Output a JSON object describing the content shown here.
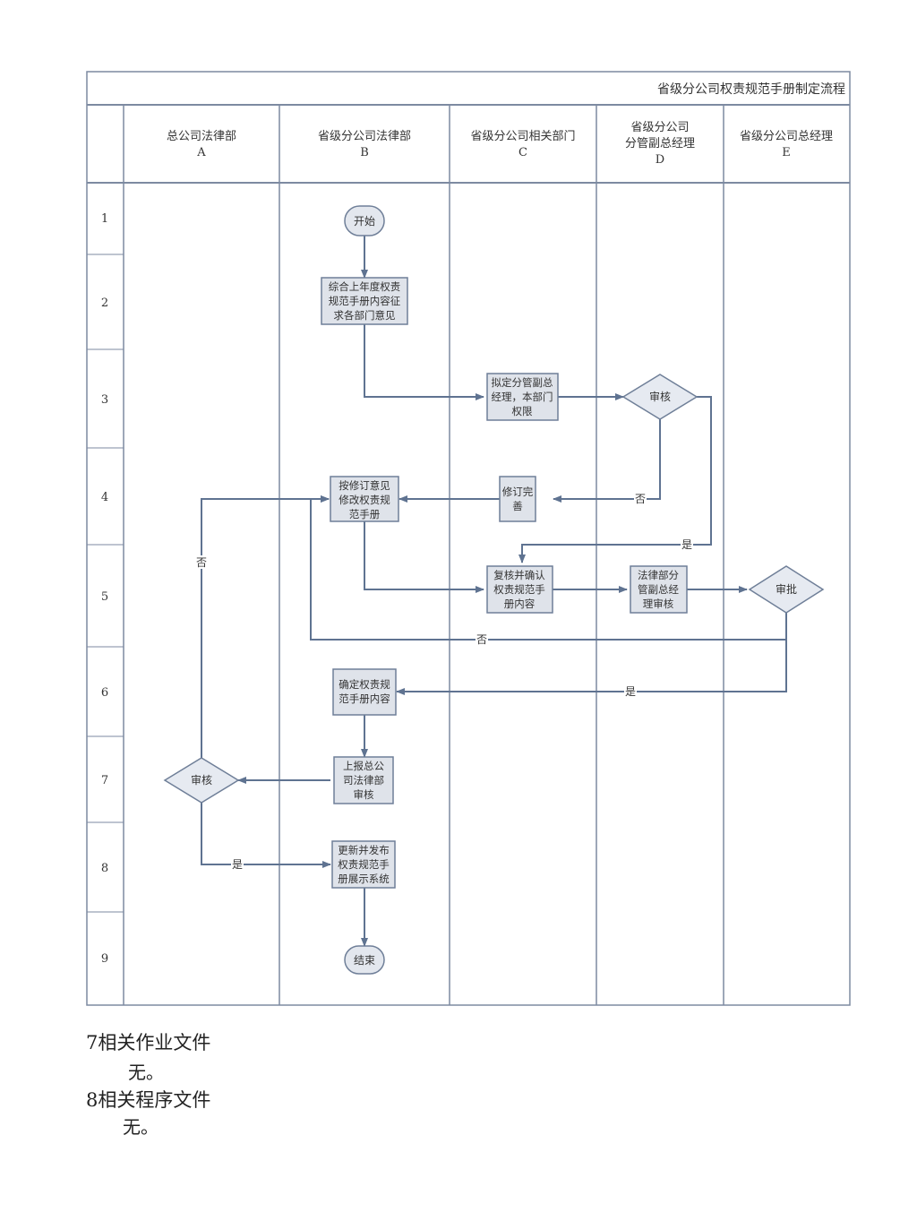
{
  "title": "省级分公司权责规范手册制定流程",
  "lanes": [
    {
      "name": "总公司法律部",
      "letter": "A"
    },
    {
      "name": "省级分公司法律部",
      "letter": "B"
    },
    {
      "name": "省级分公司相关部门",
      "letter": "C"
    },
    {
      "name_lines": [
        "省级分公司",
        "分管副总经理"
      ],
      "letter": "D"
    },
    {
      "name": "省级分公司总经理",
      "letter": "E"
    }
  ],
  "rows": [
    "1",
    "2",
    "3",
    "4",
    "5",
    "6",
    "7",
    "8",
    "9"
  ],
  "nodes": {
    "start": "开始",
    "b2": [
      "综合上年度权责",
      "规范手册内容征",
      "求各部门意见"
    ],
    "c3": [
      "拟定分管副总",
      "经理，本部门",
      "权限"
    ],
    "d3": "审核",
    "c4": [
      "修订完",
      "善"
    ],
    "b4": [
      "按修订意见",
      "修改权责规",
      "范手册"
    ],
    "c5": [
      "复核并确认",
      "权责规范手",
      "册内容"
    ],
    "d5": [
      "法律部分",
      "管副总经",
      "理审核"
    ],
    "e5": "审批",
    "b6": [
      "确定权责规",
      "范手册内容"
    ],
    "b7": [
      "上报总公",
      "司法律部",
      "审核"
    ],
    "a7": "审核",
    "b8": [
      "更新并发布",
      "权责规范手",
      "册展示系统"
    ],
    "end": "结束"
  },
  "edge_labels": {
    "no_d3": "否",
    "yes_d3": "是",
    "no_e5": "否",
    "yes_e5": "是",
    "no_a7": "否",
    "yes_a7": "是"
  },
  "after": {
    "s7_title": "7相关作业文件",
    "s7_body": "无。",
    "s8_title": "8相关程序文件",
    "s8_body": "无。"
  },
  "colors": {
    "line": "#5f7391",
    "border": "#6f7f98",
    "node_fill": "#dfe3ea",
    "diamond_fill": "#e6eaf1"
  }
}
